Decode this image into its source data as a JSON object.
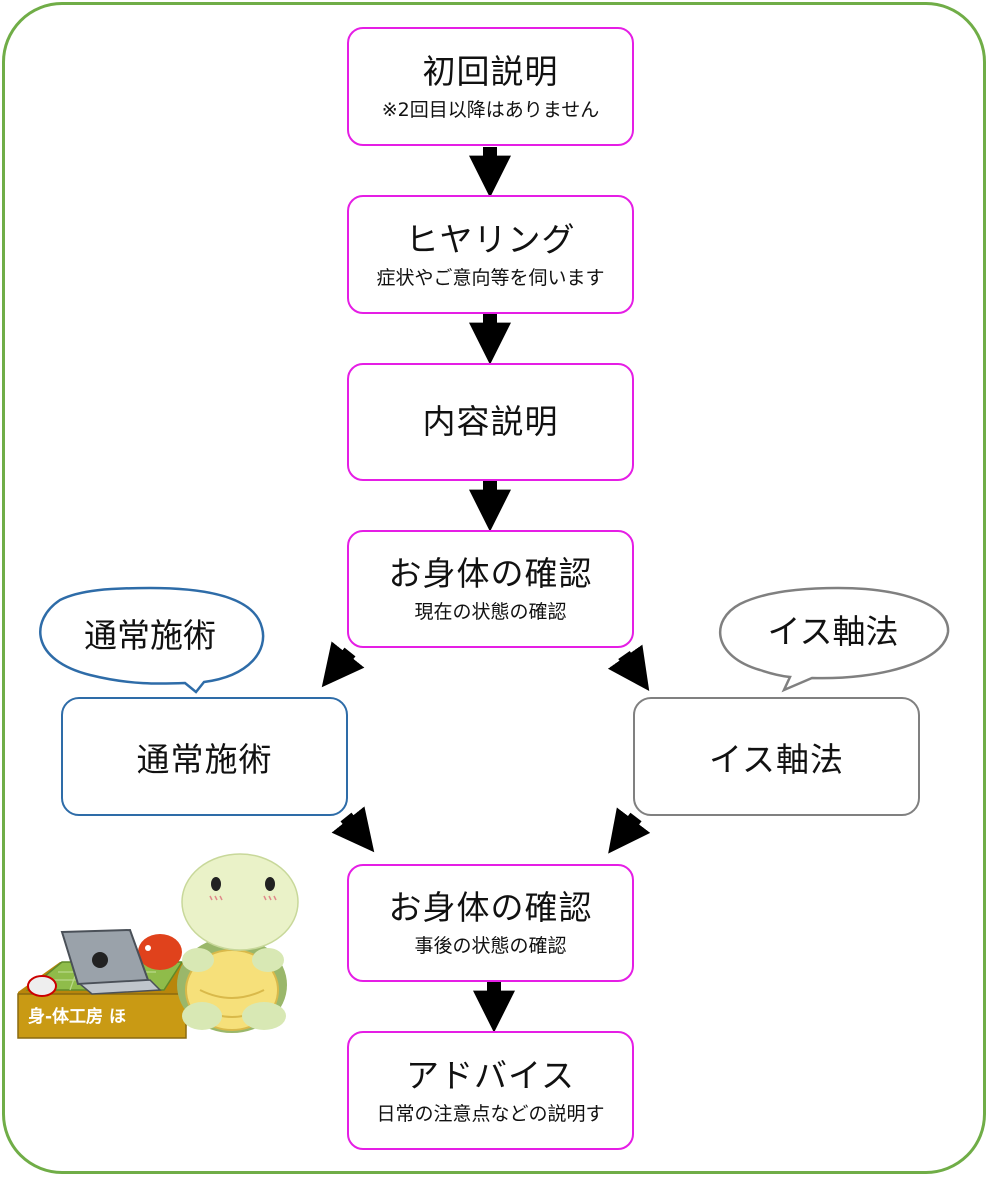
{
  "steps": [
    {
      "title": "初回説明",
      "sub": "※2回目以降はありません"
    },
    {
      "title": "ヒヤリング",
      "sub": "症状やご意向等を伺います"
    },
    {
      "title": "内容説明",
      "sub": ""
    },
    {
      "title": "お身体の確認",
      "sub": "現在の状態の確認"
    },
    {
      "title": "お身体の確認",
      "sub": "事後の状態の確認"
    },
    {
      "title": "アドバイス",
      "sub": "日常の注意点などの説明す"
    }
  ],
  "branches": {
    "left": {
      "label": "通常施術",
      "bubble": "通常施術",
      "color": "#2e6ca8"
    },
    "right": {
      "label": "イス軸法",
      "bubble": "イス軸法",
      "color": "#808080"
    }
  },
  "sign_text": "身-体工房 ほ",
  "colors": {
    "frame": "#70ad47",
    "step_border": "#e51ee5",
    "arrow": "#000000"
  }
}
